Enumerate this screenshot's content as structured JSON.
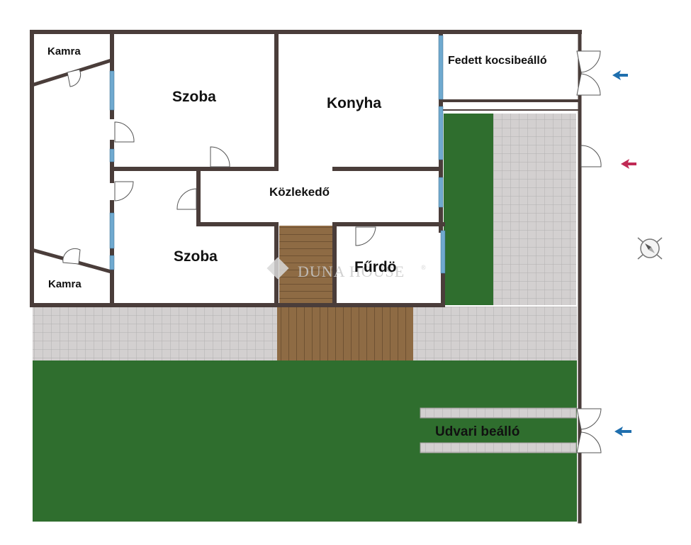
{
  "rooms": {
    "kamra_top": "Kamra",
    "kamra_bottom": "Kamra",
    "szoba_top": "Szoba",
    "szoba_bottom": "Szoba",
    "konyha": "Konyha",
    "kozlekedo": "Közlekedő",
    "furdo": "Fűrdö",
    "fedett_kocsibeallo": "Fedett kocsibeálló",
    "udvari_beallo": "Udvari beálló"
  },
  "watermark": {
    "brand": "DUNA HOUSE",
    "registered": "®"
  },
  "colors": {
    "wall": "#4a3d3a",
    "lawn": "#2f6e2e",
    "paving": "#cfcccc",
    "paving_grid": "#b3b0b0",
    "deck": "#8c6a43",
    "deck_lines": "#6b4f30",
    "window": "#6fa9cf",
    "arrow_blue": "#1f6fae",
    "arrow_red": "#c02a55"
  },
  "icons": {
    "compass": "compass-icon",
    "entrance_arrow": "arrow-left-icon",
    "door": "door-swing-icon"
  }
}
